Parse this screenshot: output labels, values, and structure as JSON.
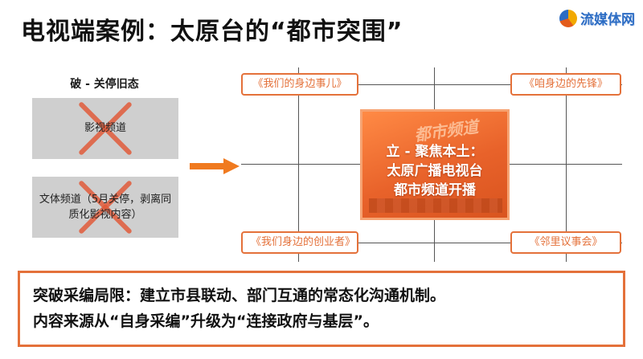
{
  "title": "电视端案例：太原台的“都市突围”",
  "logo": {
    "icon": "brand-logo-icon",
    "text": "流媒体网"
  },
  "left": {
    "heading": "破 - 关停旧态",
    "boxes": [
      {
        "label": "影视频道"
      },
      {
        "label": "文体频道（5月关停，剥离同质化影视内容）"
      }
    ]
  },
  "tags": [
    "《我们的身边事儿》",
    "《咱身边的先锋》",
    "《我们身边的创业者》",
    "《邻里议事会》"
  ],
  "center": {
    "brand": "都市频道",
    "lines": [
      "立 - 聚焦本土：",
      "太原广播电视台",
      "都市频道开播"
    ]
  },
  "summary": {
    "line1": "突破采编局限：建立市县联动、部门互通的常态化沟通机制。",
    "line2": "内容来源从“自身采编”升级为“连接政府与基层”。"
  },
  "colors": {
    "accent": "#e4713a",
    "gray_box": "#cfcfcf",
    "cross": "#e05a3a"
  }
}
